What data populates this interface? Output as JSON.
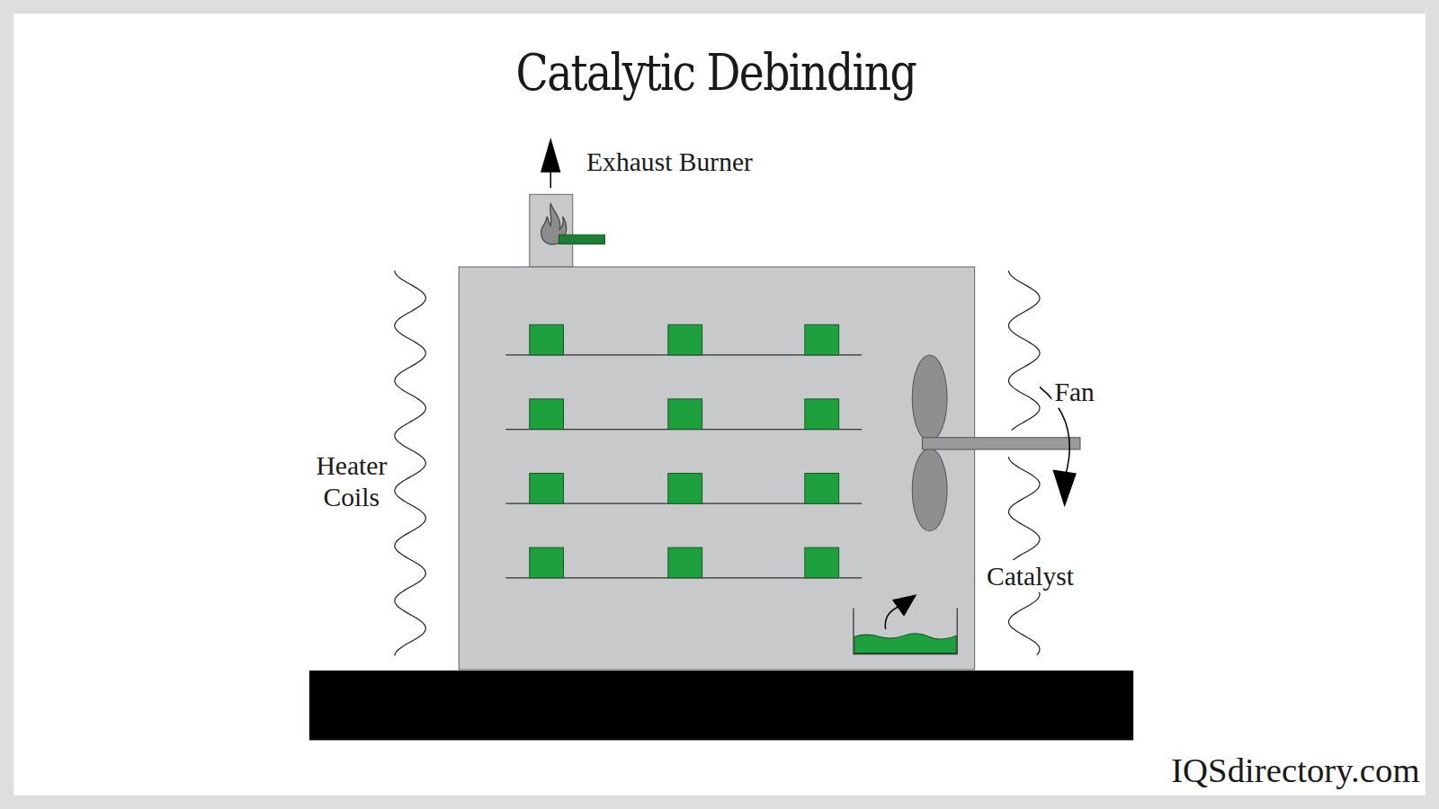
{
  "diagram": {
    "title": "Catalytic Debinding",
    "labels": [
      "Exhaust Burner",
      "Heater Coils",
      "Fan",
      "Catalyst",
      "IQSdirectory.com"
    ]
  }
}
